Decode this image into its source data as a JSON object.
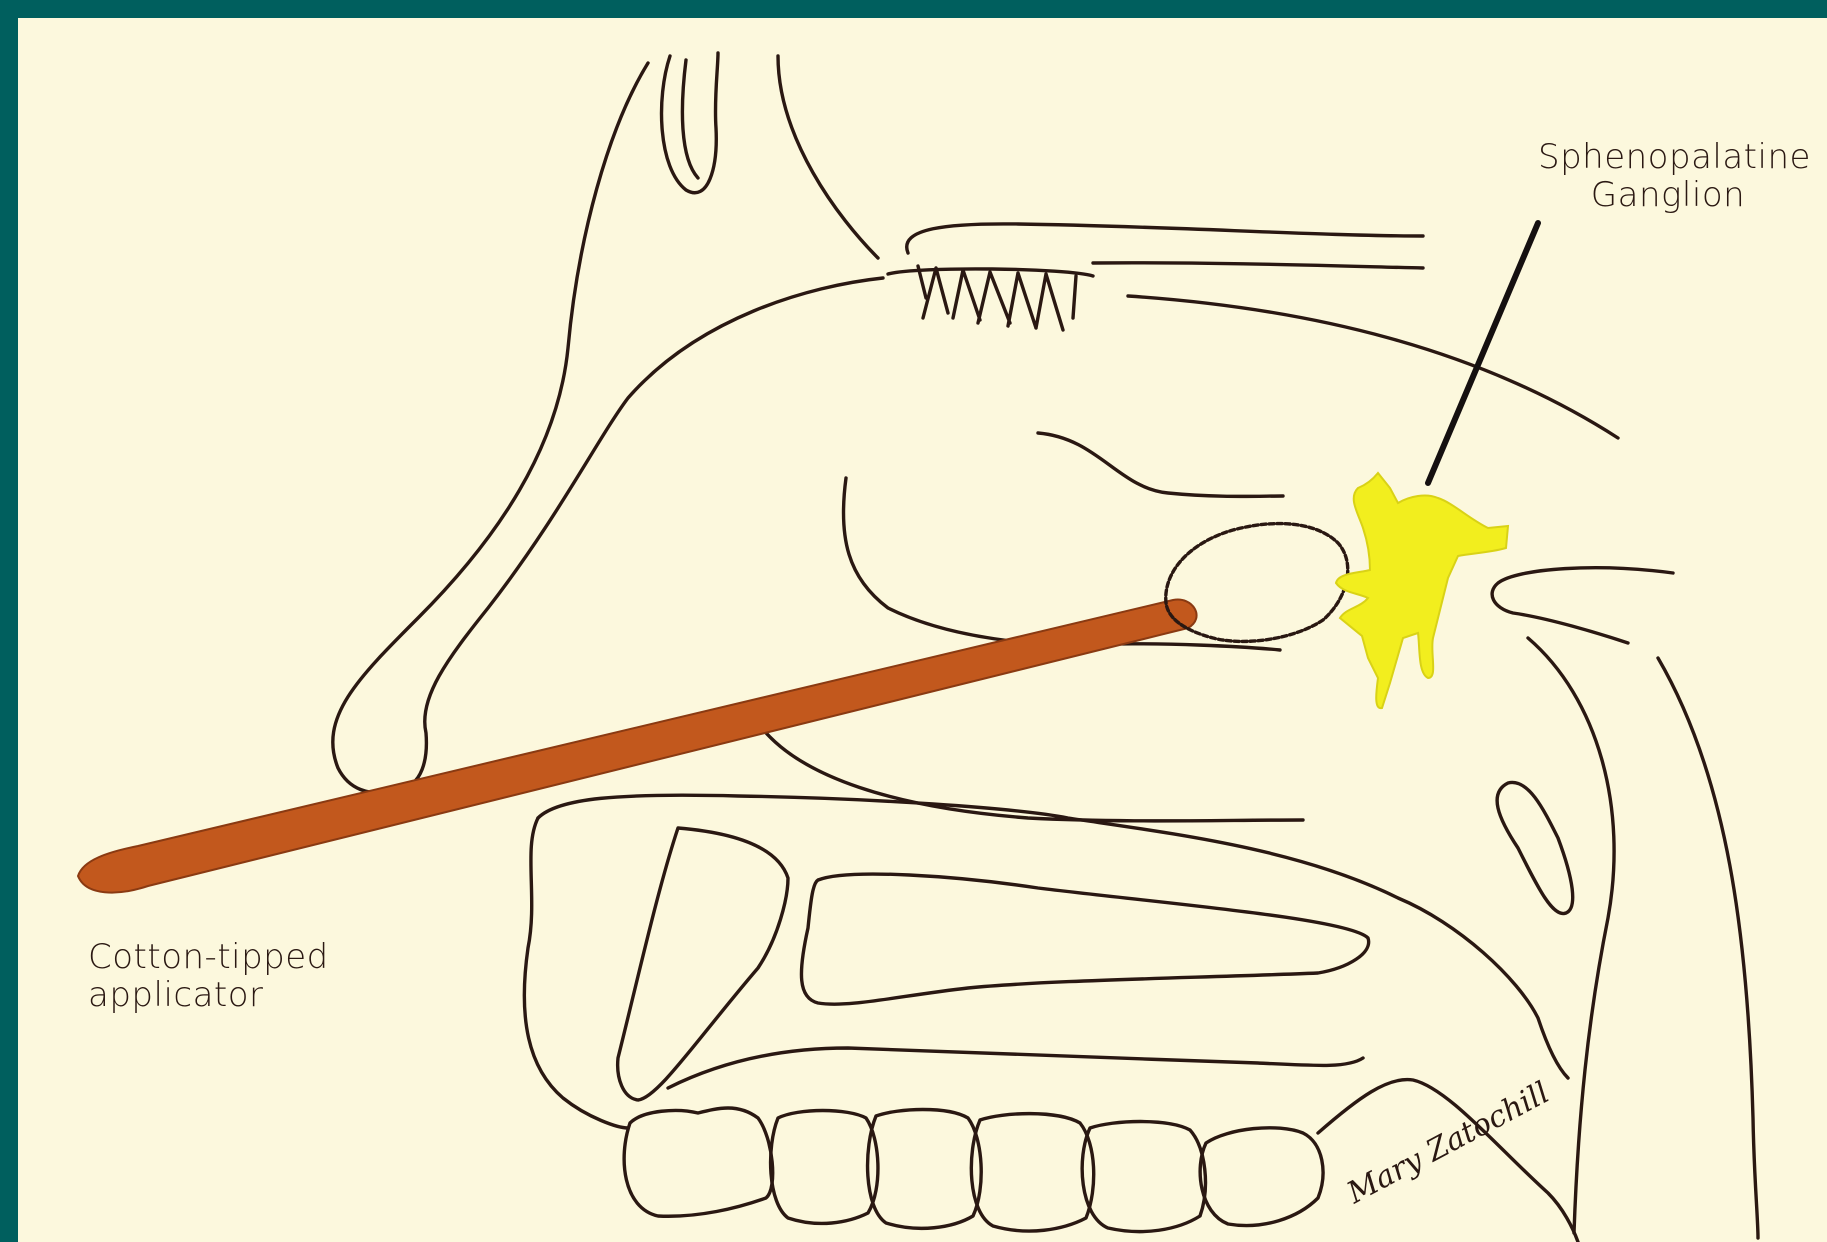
{
  "diagram": {
    "labels": {
      "ganglion": [
        "Sphenopalatine",
        "Ganglion"
      ],
      "applicator": [
        "Cotton-tipped",
        "applicator"
      ]
    },
    "signature": "Mary Zatochill",
    "colors": {
      "frame": "#005f5e",
      "paper": "#fcf8dd",
      "ink": "#2a1812",
      "applicator": "#c2581d",
      "ganglion": "#f2ee1e"
    }
  }
}
